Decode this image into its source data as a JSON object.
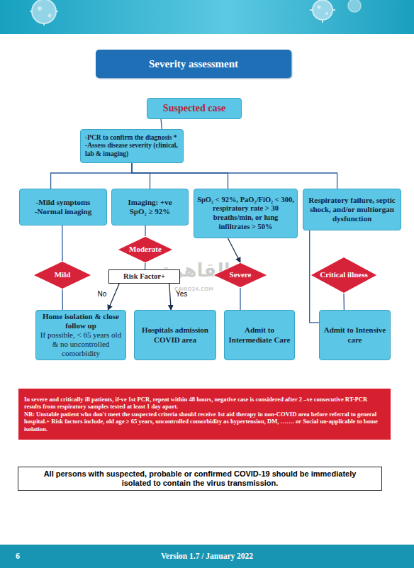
{
  "diagram": {
    "title": "Severity assessment",
    "nodes": [
      {
        "text": [
          "Suspected case"
        ]
      },
      {
        "text": [
          "-PCR to confirm the diagnosis *",
          "-Assess disease severity (clinical, lab & imaging)"
        ]
      },
      {
        "text": [
          "-Mild symptoms",
          "-Normal imaging"
        ]
      },
      {
        "text": [
          "Imaging: +ve",
          "SpO₂ ≥ 92%"
        ]
      },
      {
        "text": [
          "SpO₂ < 92%, PaO₂/FiO₂ < 300, respiratory rate > 30 breaths/min, or lung infiltrates > 50%"
        ]
      },
      {
        "text": [
          "Respiratory failure, septic shock, and/or multiorgan dysfunction"
        ]
      },
      {
        "text": [
          "Moderate"
        ]
      },
      {
        "text": [
          "Mild"
        ]
      },
      {
        "text": [
          "Risk Factor+"
        ]
      },
      {
        "text": [
          "Severe"
        ]
      },
      {
        "text": [
          "Critical illness"
        ]
      },
      {
        "text": [
          "Home isolation & close follow up",
          "If possible, < 65 years old & no uncontrolled comorbidity"
        ]
      },
      {
        "text": [
          "Hospitals admission COVID area"
        ]
      },
      {
        "text": [
          "Admit to Intermediate Care"
        ]
      },
      {
        "text": [
          "Admit to Intensive care"
        ]
      },
      {
        "text": [
          "In severe and critically ill patients, if-ve 1st PCR, repeat within 48 hours, negative case is considered after 2 –ve consecutive RT-PCR results from respiratory samples tested at least 1 day apart.",
          "NB: Unstable patient who don't meet the suspected criteria should receive 1st aid therapy in non-COVID area before referral to general hospital.+ Risk factors include, old age ≥ 65 years, uncontrolled comorbidity as hypertension, DM, ……. or Social un-applicable to home isolation."
        ]
      },
      {
        "text": [
          "All persons with suspected, probable or confirmed COVID-19 should be immediately isolated to contain the virus transmission."
        ]
      },
      {
        "text": [
          "6",
          "Version 1.7 / January 2022"
        ]
      }
    ],
    "edges": [
      {
        "from": 0,
        "to": 1,
        "arrow": "none"
      },
      {
        "from": 1,
        "to": 2,
        "arrow": "none"
      },
      {
        "from": 1,
        "to": 3,
        "arrow": "none"
      },
      {
        "from": 1,
        "to": 4,
        "arrow": "none"
      },
      {
        "from": 1,
        "to": 5,
        "arrow": "none"
      },
      {
        "from": 2,
        "to": 7,
        "arrow": "none"
      },
      {
        "from": 3,
        "to": 6,
        "arrow": "none"
      },
      {
        "from": 6,
        "to": 8,
        "arrow": "none"
      },
      {
        "from": 7,
        "to": 11,
        "arrow": "none"
      },
      {
        "from": 8,
        "to": 11,
        "label": "No",
        "arrow": "to"
      },
      {
        "from": 8,
        "to": 12,
        "label": "Yes",
        "arrow": "to"
      },
      {
        "from": 4,
        "to": 9,
        "arrow": "to"
      },
      {
        "from": 9,
        "to": 13,
        "arrow": "none"
      },
      {
        "from": 5,
        "to": 14,
        "arrow": "none"
      },
      {
        "from": 10,
        "to": 14,
        "arrow": "none"
      }
    ],
    "labels": [
      "القاهرة",
      "CAIRO24.COM"
    ]
  }
}
